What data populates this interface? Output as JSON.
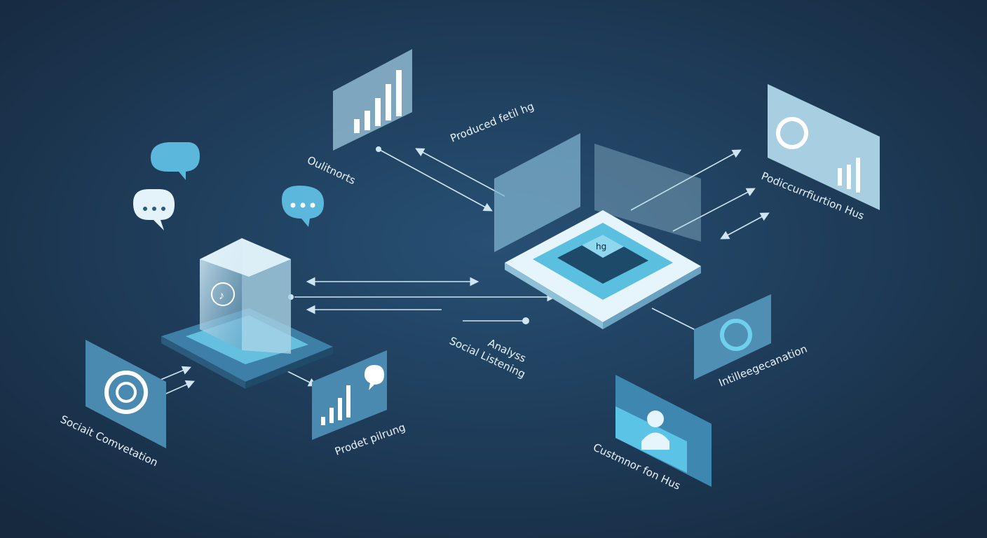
{
  "colors": {
    "background": "#1b3653",
    "accent": "#5bbfe0",
    "panel": "#8fc4dc",
    "light": "#dff2fb"
  },
  "labels": {
    "produced": "Produced fetil hg",
    "outputs": "Oulitnorts",
    "production_hub": "Podiccurrfiurtion Hus",
    "analysis": "Analyss",
    "social_listening": "Social Listening",
    "intelligence": "Intilleegecanation",
    "customer_hub": "Custmnor fon Hus",
    "product_planning": "Prodet pilrung",
    "social_conversation": "Sociait Comvetation",
    "chip": "hg"
  }
}
